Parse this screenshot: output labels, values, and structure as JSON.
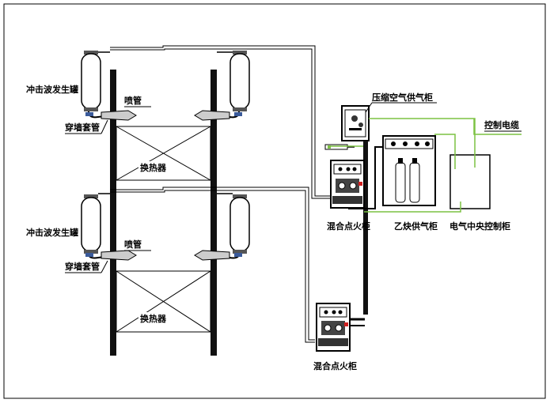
{
  "labels": {
    "shock_tank": "冲击波发生罐",
    "nozzle": "喷管",
    "wall_sleeve": "穿墙套管",
    "heat_exchanger": "换热器",
    "mixing_cabinet": "混合点火柜",
    "air_cabinet": "压缩空气供气柜",
    "acetylene_cabinet": "乙炔供气柜",
    "control_cabinet": "电气中央控制柜",
    "control_cable": "控制电缆"
  },
  "colors": {
    "line": "#000000",
    "cable": "#7cc242",
    "valve_red": "#d02020"
  }
}
